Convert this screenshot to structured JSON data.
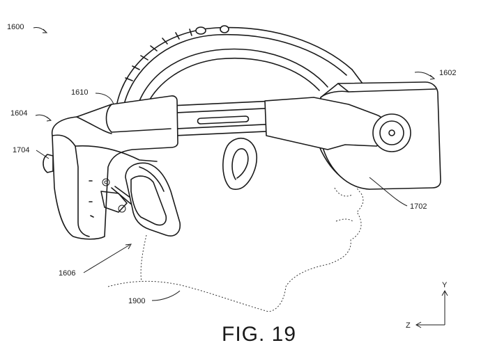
{
  "labels": {
    "l1600": "1600",
    "l1602": "1602",
    "l1604": "1604",
    "l1610": "1610",
    "l1704": "1704",
    "l1702": "1702",
    "l1606": "1606",
    "l1900": "1900"
  },
  "figure_caption": "FIG. 19",
  "axes": {
    "y": "Y",
    "z": "Z"
  }
}
